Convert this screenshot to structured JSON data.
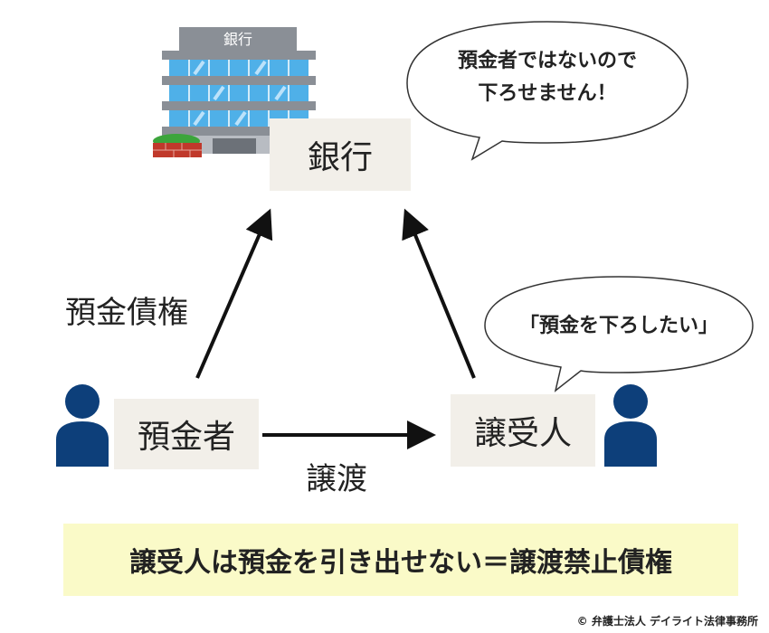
{
  "bank": {
    "building_sign": "銀行",
    "box_label": "銀行"
  },
  "bank_bubble": {
    "line1": "預金者ではないので",
    "line2": "下ろせません！"
  },
  "depositor": {
    "label": "預金者"
  },
  "assignee": {
    "label": "譲受人"
  },
  "assignee_bubble": {
    "text": "「預金を下ろしたい」"
  },
  "edges": {
    "deposit_claim": "預金債権",
    "transfer": "譲渡"
  },
  "banner": {
    "text": "譲受人は預金を引き出せない＝譲渡禁止債権"
  },
  "copyright": {
    "text": "© 弁護士法人 デイライト法律事務所"
  },
  "colors": {
    "person": "#0d3f7a",
    "box": "#f2efe9",
    "banner": "#fafac8",
    "building_glass": "#4fb0e8",
    "building_frame": "#8a8f96",
    "bush": "#3ca53c",
    "brick": "#c0392b"
  }
}
